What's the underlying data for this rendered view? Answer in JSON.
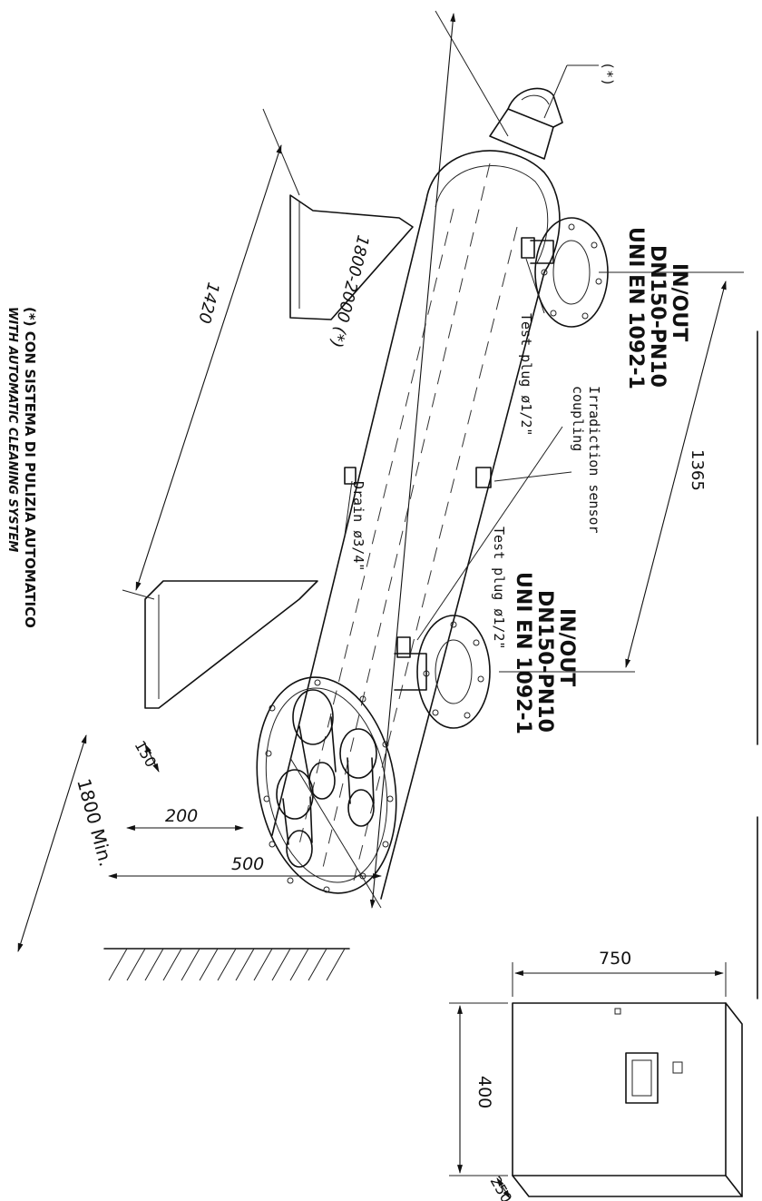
{
  "labels": {
    "inlet_top": {
      "line1": "IN/OUT",
      "line2": "DN150-PN10",
      "line3": "UNI EN 1092-1"
    },
    "inlet_bottom": {
      "line1": "IN/OUT",
      "line2": "DN150-PN10",
      "line3": "UNI EN 1092-1"
    },
    "test_plug_top": "Test plug ø1/2\"",
    "test_plug_bottom": "Test plug ø1/2\"",
    "irradiation": {
      "line1": "Irradiction sensor",
      "line2": "coupling"
    },
    "drain": "Drain ø3/4\"",
    "asterisk_tag": "(*)",
    "footnote_line1": "(*) CON SISTEMA DI PULIZIA AUTOMATICO",
    "footnote_line2": "WITH AUTOMATIC CLEANING SYSTEM"
  },
  "dimensions": {
    "length_main": "1800-2000 (*)",
    "length_support": "1420",
    "length_flanges": "1365",
    "height_min": "1800 Min.",
    "dim_200": "200",
    "dim_500": "500",
    "dim_150": "150",
    "panel_width": "750",
    "panel_height": "400",
    "panel_depth": "250"
  }
}
